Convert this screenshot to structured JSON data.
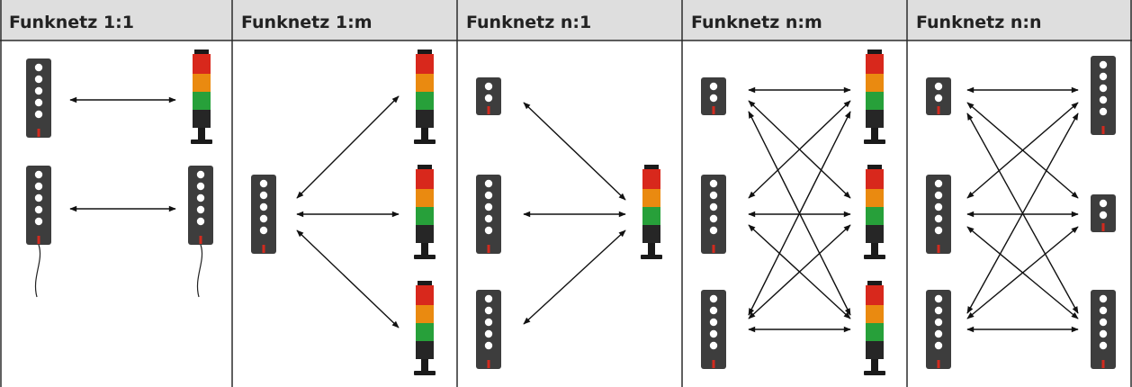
{
  "headers": [
    "Funknetz 1:1",
    "Funknetz 1:m",
    "Funknetz n:1",
    "Funknetz n:m",
    "Funknetz n:n"
  ],
  "colors": {
    "header_bg": "#dedede",
    "grid_line": "#2b2b2b",
    "device_body": "#3d3d3d",
    "button_white": "#ffffff",
    "indicator_red": "#d22a1e",
    "lamp_red": "#d8281c",
    "lamp_orange": "#ea8a10",
    "lamp_green": "#27a03a",
    "lamp_dark": "#262626",
    "arrow": "#111111"
  },
  "icons": [
    "transmitter-5-button",
    "transmitter-2-button",
    "signal-tower",
    "cable"
  ],
  "panels": [
    {
      "name": "panel-1-to-1",
      "label_ref": "headers.0"
    },
    {
      "name": "panel-1-to-m",
      "label_ref": "headers.1"
    },
    {
      "name": "panel-n-to-1",
      "label_ref": "headers.2"
    },
    {
      "name": "panel-n-to-m",
      "label_ref": "headers.3"
    },
    {
      "name": "panel-n-to-n",
      "label_ref": "headers.4"
    }
  ]
}
